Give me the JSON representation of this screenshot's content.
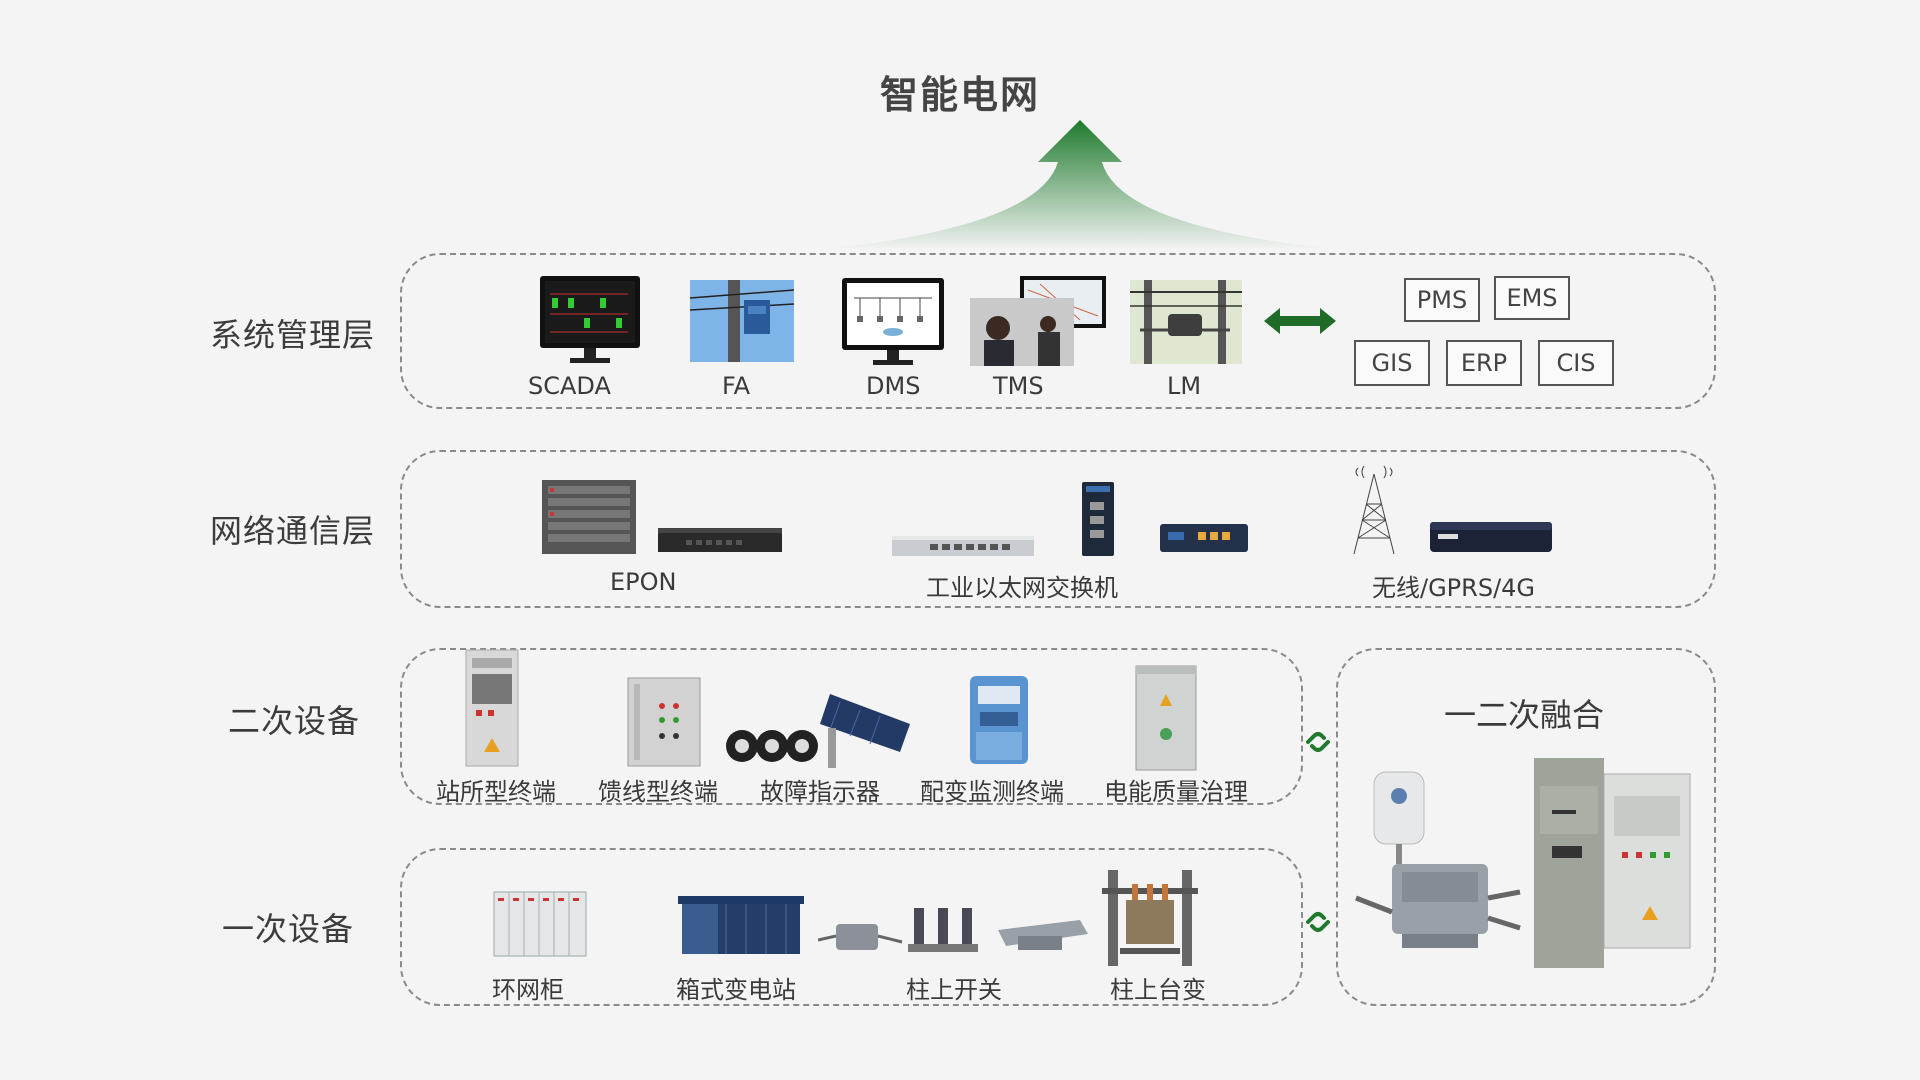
{
  "title": "智能电网",
  "colors": {
    "accent": "#1f7a2e",
    "panel_border": "#8a8a8a",
    "background": "#f4f4f4"
  },
  "layers": {
    "management": {
      "label": "系统管理层",
      "items": [
        "SCADA",
        "FA",
        "DMS",
        "TMS",
        "LM"
      ],
      "systems": [
        "PMS",
        "EMS",
        "GIS",
        "ERP",
        "CIS"
      ]
    },
    "network": {
      "label": "网络通信层",
      "groups": [
        "EPON",
        "工业以太网交换机",
        "无线/GPRS/4G"
      ]
    },
    "secondary": {
      "label": "二次设备",
      "items": [
        "站所型终端",
        "馈线型终端",
        "故障指示器",
        "配变监测终端",
        "电能质量治理"
      ]
    },
    "primary": {
      "label": "一次设备",
      "items": [
        "环网柜",
        "箱式变电站",
        "柱上开关",
        "柱上台变"
      ]
    },
    "fusion": {
      "label": "一二次融合"
    }
  },
  "icons": [
    "up-arrow-icon",
    "bidirectional-arrow-icon",
    "link-icon"
  ]
}
